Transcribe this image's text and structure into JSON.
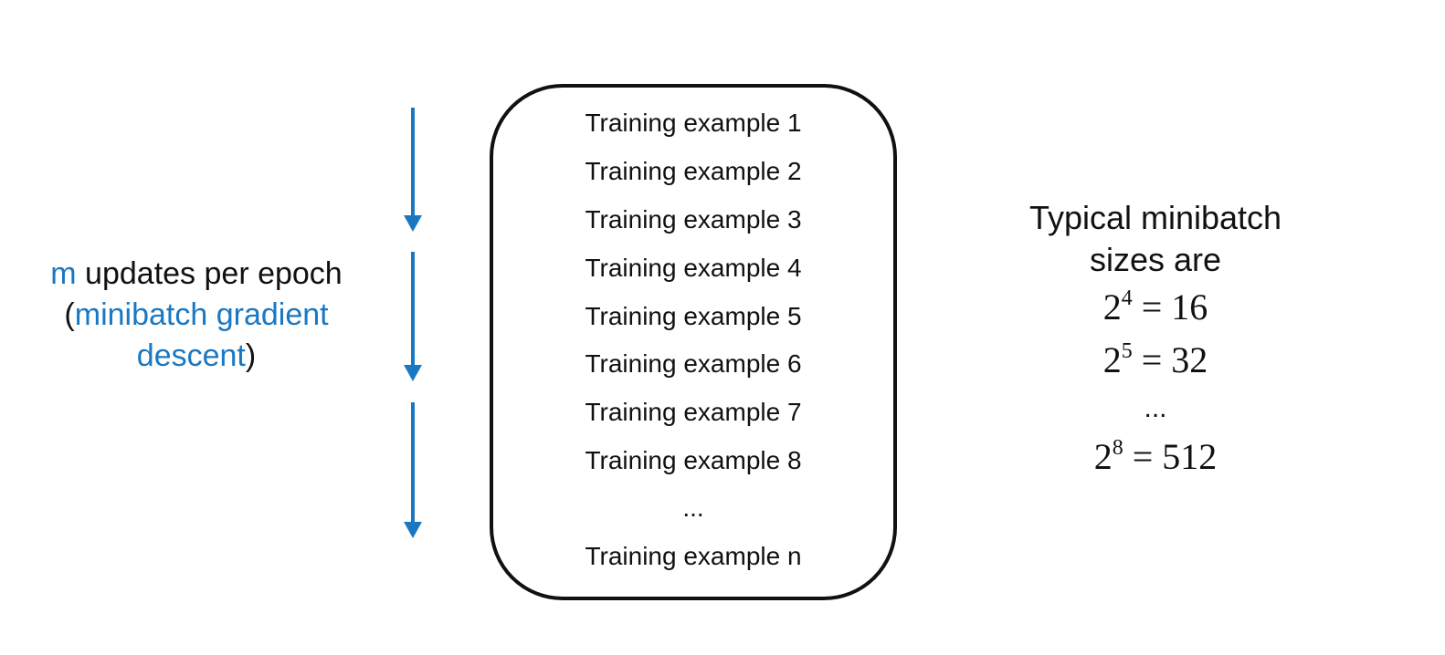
{
  "left_caption": {
    "m": "m",
    "updates_per_epoch": " updates per epoch",
    "open_paren": "(",
    "method_line1": "minibatch gradient",
    "method_line2": "descent",
    "close_paren": ")"
  },
  "examples": [
    "Training example 1",
    "Training example 2",
    "Training example 3",
    "Training example 4",
    "Training example 5",
    "Training example 6",
    "Training example 7",
    "Training example 8",
    "...",
    "Training example n"
  ],
  "right_notes": {
    "title_line1": "Typical minibatch",
    "title_line2": "sizes are",
    "sizes": [
      {
        "base": "2",
        "exp": "4",
        "value": "= 16"
      },
      {
        "base": "2",
        "exp": "5",
        "value": "= 32"
      }
    ],
    "ellipsis": "...",
    "last_size": {
      "base": "2",
      "exp": "8",
      "value": "= 512"
    }
  },
  "colors": {
    "accent": "#1a78c2",
    "text": "#111111",
    "box_border": "#111111"
  }
}
